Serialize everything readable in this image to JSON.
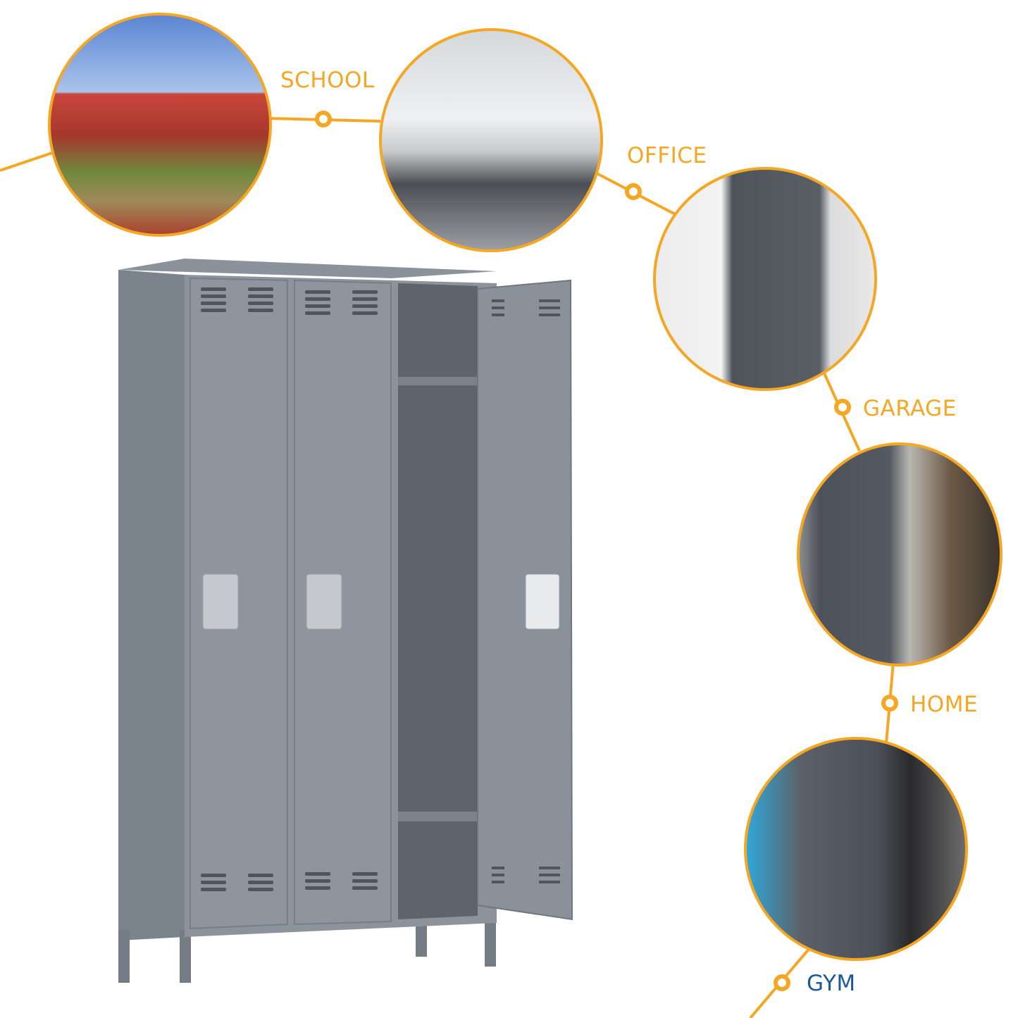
{
  "scenes": [
    {
      "label": "SCHOOL",
      "color": "#f5a623"
    },
    {
      "label": "OFFICE",
      "color": "#f5a623"
    },
    {
      "label": "GARAGE",
      "color": "#f5a623"
    },
    {
      "label": "HOME",
      "color": "#f5a623"
    },
    {
      "label": "GYM",
      "color": "#1a5a9a"
    }
  ],
  "colors": {
    "accent": "#f5a623",
    "locker": "#7d858f",
    "gym_label": "#1a5a9a"
  }
}
